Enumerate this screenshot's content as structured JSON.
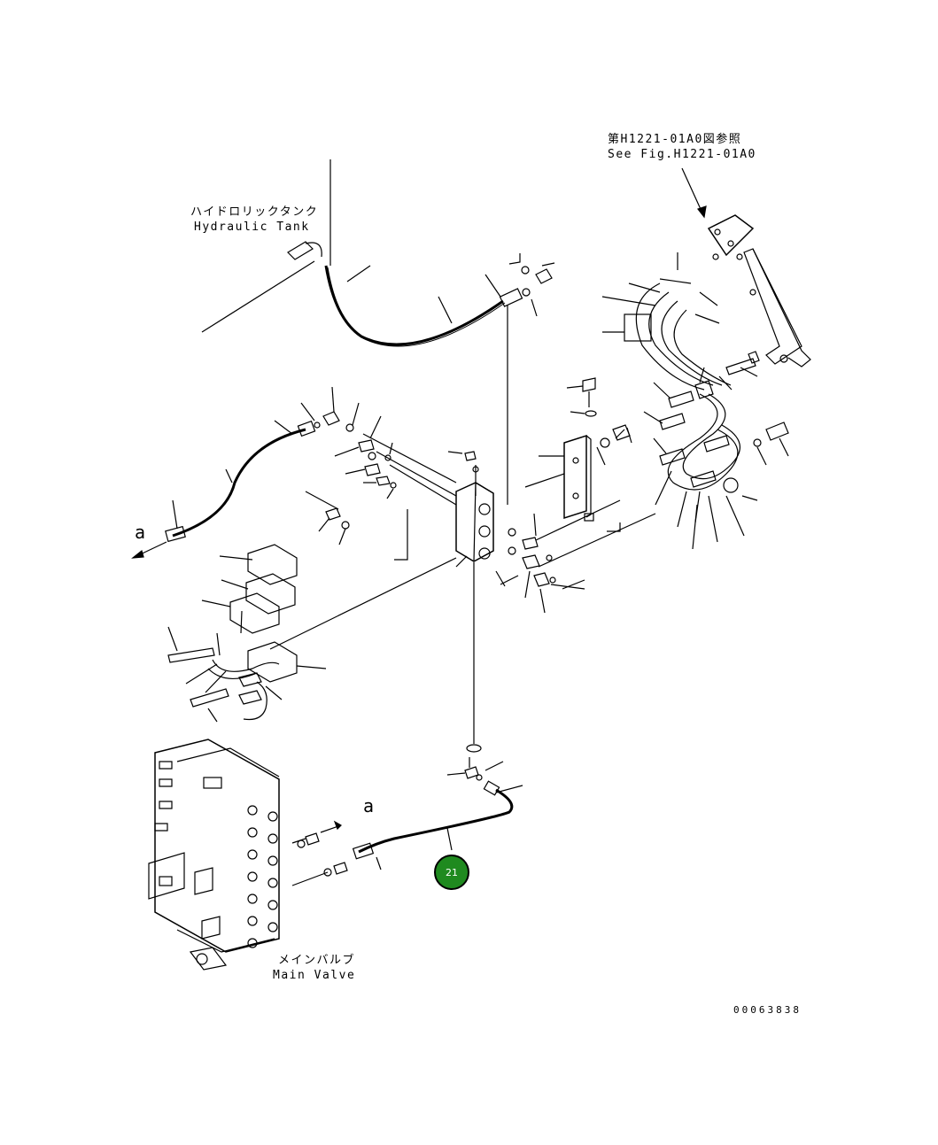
{
  "labels": {
    "see_fig_jp": "第H1221-01A0図参照",
    "see_fig_en": "See Fig.H1221-01A0",
    "tank_jp": "ハイドロリックタンク",
    "tank_en": "Hydraulic Tank",
    "main_valve_jp": "メインバルブ",
    "main_valve_en": "Main Valve",
    "ref_a_top": "a",
    "ref_a_bottom": "a",
    "drawing_number": "00063838"
  },
  "callout": {
    "number": "21",
    "color": "#1f8a1f"
  }
}
